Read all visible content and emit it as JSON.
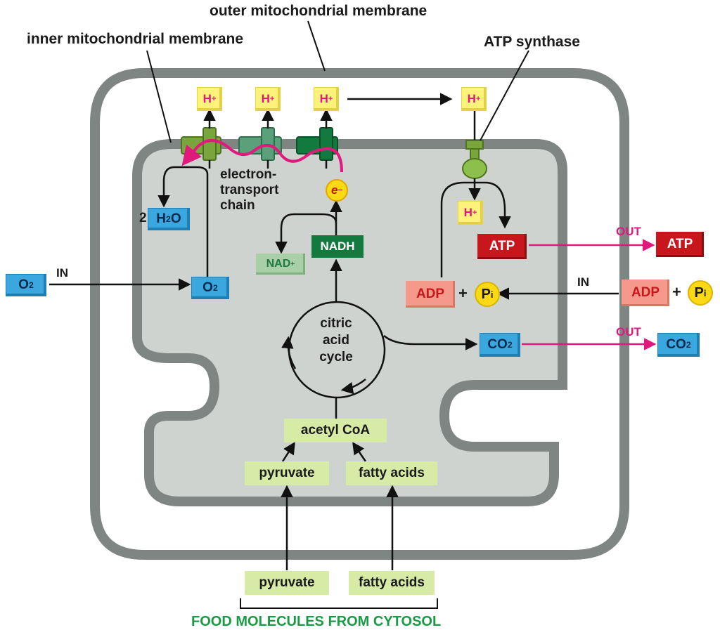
{
  "labels": {
    "outer_membrane": "outer mitochondrial membrane",
    "inner_membrane": "inner mitochondrial membrane",
    "atp_synthase": "ATP synthase",
    "etc_line1": "electron-",
    "etc_line2": "transport",
    "etc_line3": "chain",
    "cycle_line1": "citric",
    "cycle_line2": "acid",
    "cycle_line3": "cycle",
    "food": "FOOD MOLECULES FROM CYTOSOL"
  },
  "proton": {
    "base": "H",
    "charge": "+"
  },
  "water": {
    "coef": "2",
    "base": "H",
    "sub": "2",
    "tail": "O"
  },
  "oxygen": {
    "base": "O",
    "sub": "2"
  },
  "co2": {
    "base": "CO",
    "sub": "2"
  },
  "electron": {
    "base": "e",
    "charge": "−"
  },
  "nadh": "NADH",
  "nad": {
    "base": "NAD",
    "charge": "+"
  },
  "atp": "ATP",
  "adp": "ADP",
  "pi": {
    "base": "P",
    "sub": "i"
  },
  "plus": "+",
  "in_label": "IN",
  "out_label": "OUT",
  "acetyl_coa": "acetyl CoA",
  "pyruvate": "pyruvate",
  "fatty_acids": "fatty acids",
  "colors": {
    "membrane": "#7f8583",
    "matrix": "#ced3d0",
    "h_plus": "#e0197d",
    "out_arrow": "#e0197d",
    "food_label": "#1a9a45"
  }
}
